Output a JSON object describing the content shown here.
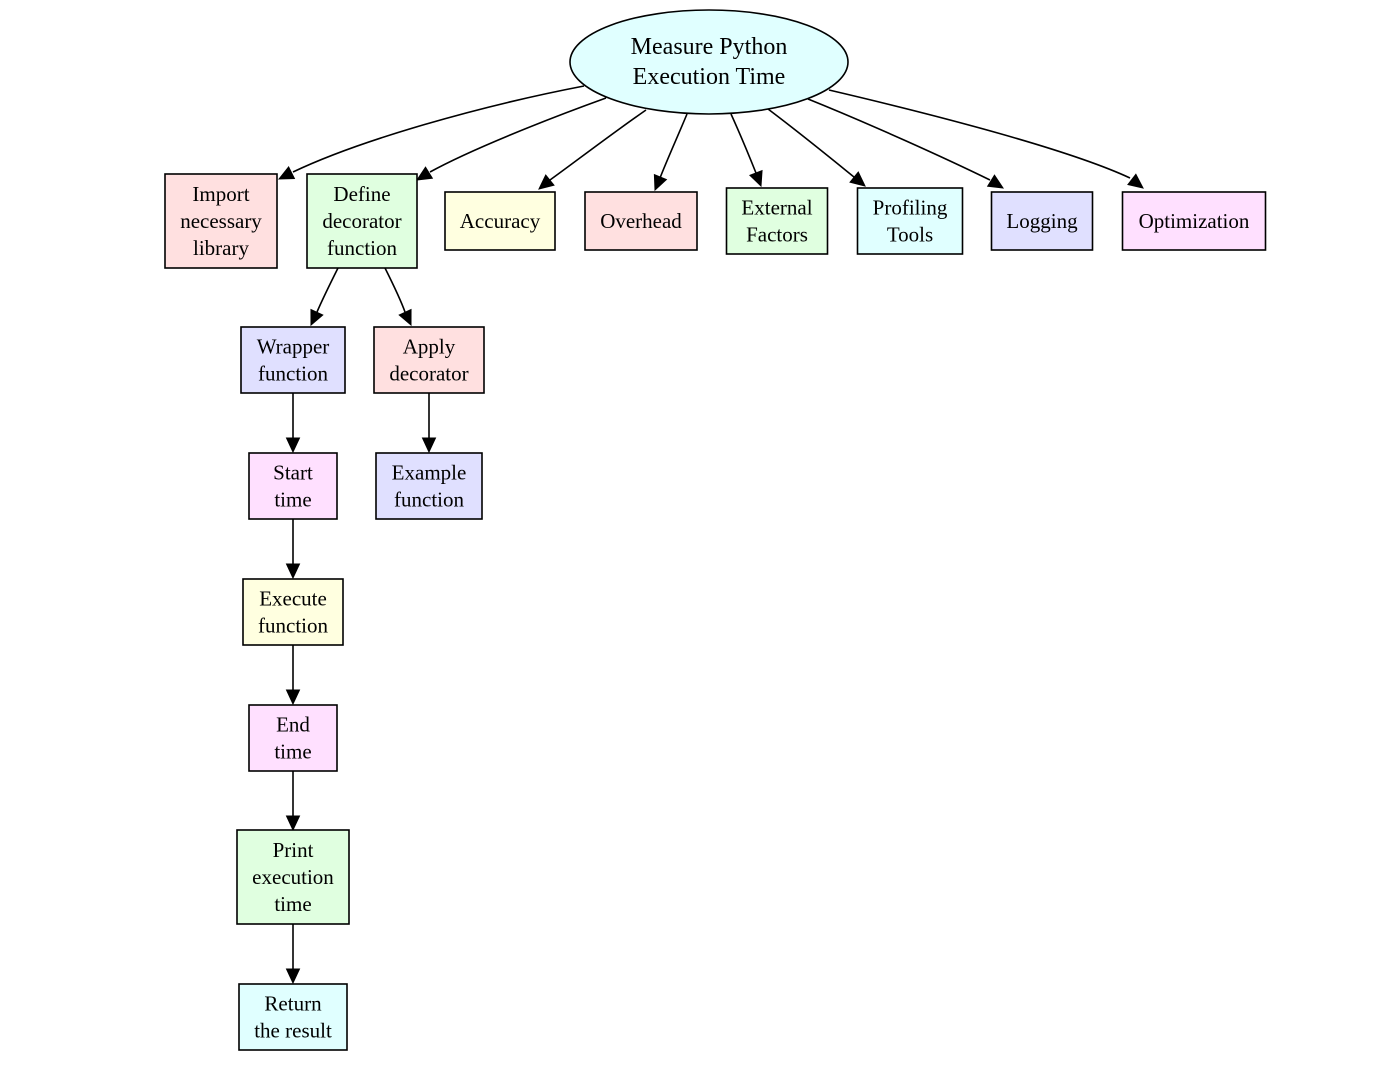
{
  "diagram": {
    "root": {
      "id": "root",
      "lines": [
        "Measure Python",
        "Execution Time"
      ],
      "color": "#e0ffff"
    },
    "nodes": [
      {
        "id": "import",
        "lines": [
          "Import",
          "necessary",
          "library"
        ],
        "color": "#ffe0e0"
      },
      {
        "id": "define",
        "lines": [
          "Define",
          "decorator",
          "function"
        ],
        "color": "#e0ffe0"
      },
      {
        "id": "accuracy",
        "lines": [
          "Accuracy"
        ],
        "color": "#ffffe0"
      },
      {
        "id": "overhead",
        "lines": [
          "Overhead"
        ],
        "color": "#ffe0e0"
      },
      {
        "id": "external",
        "lines": [
          "External",
          "Factors"
        ],
        "color": "#e0ffe0"
      },
      {
        "id": "profiling",
        "lines": [
          "Profiling",
          "Tools"
        ],
        "color": "#e0ffff"
      },
      {
        "id": "logging",
        "lines": [
          "Logging"
        ],
        "color": "#e0e0ff"
      },
      {
        "id": "optimization",
        "lines": [
          "Optimization"
        ],
        "color": "#ffe0ff"
      },
      {
        "id": "wrapper",
        "lines": [
          "Wrapper",
          "function"
        ],
        "color": "#e0e0ff"
      },
      {
        "id": "apply",
        "lines": [
          "Apply",
          "decorator"
        ],
        "color": "#ffe0e0"
      },
      {
        "id": "start",
        "lines": [
          "Start",
          "time"
        ],
        "color": "#ffe0ff"
      },
      {
        "id": "example",
        "lines": [
          "Example",
          "function"
        ],
        "color": "#e0e0ff"
      },
      {
        "id": "execute",
        "lines": [
          "Execute",
          "function"
        ],
        "color": "#ffffe0"
      },
      {
        "id": "end",
        "lines": [
          "End",
          "time"
        ],
        "color": "#ffe0ff"
      },
      {
        "id": "print",
        "lines": [
          "Print",
          "execution",
          "time"
        ],
        "color": "#e0ffe0"
      },
      {
        "id": "return",
        "lines": [
          "Return",
          "the result"
        ],
        "color": "#e0ffff"
      }
    ],
    "edges": [
      [
        "root",
        "import"
      ],
      [
        "root",
        "define"
      ],
      [
        "root",
        "accuracy"
      ],
      [
        "root",
        "overhead"
      ],
      [
        "root",
        "external"
      ],
      [
        "root",
        "profiling"
      ],
      [
        "root",
        "logging"
      ],
      [
        "root",
        "optimization"
      ],
      [
        "define",
        "wrapper"
      ],
      [
        "define",
        "apply"
      ],
      [
        "wrapper",
        "start"
      ],
      [
        "start",
        "execute"
      ],
      [
        "execute",
        "end"
      ],
      [
        "end",
        "print"
      ],
      [
        "print",
        "return"
      ],
      [
        "apply",
        "example"
      ]
    ]
  }
}
